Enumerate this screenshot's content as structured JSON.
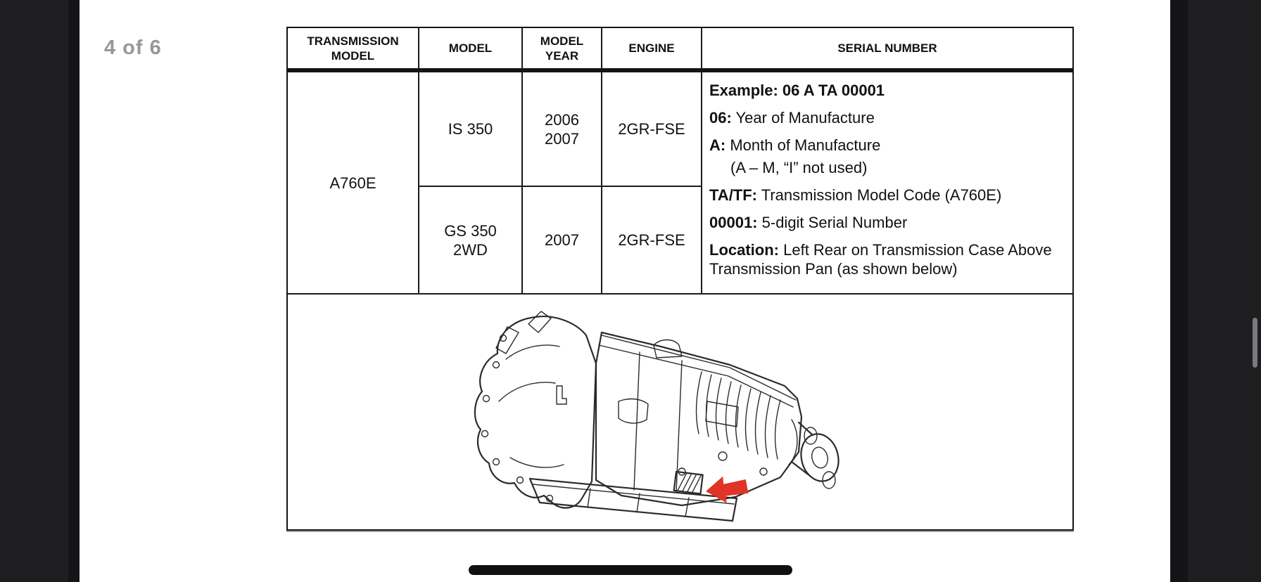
{
  "page": {
    "indicator": "4 of 6"
  },
  "table": {
    "headers": [
      "TRANSMISSION\nMODEL",
      "MODEL",
      "MODEL\nYEAR",
      "ENGINE",
      "SERIAL NUMBER"
    ],
    "transmission_model": "A760E",
    "row1": {
      "model": "IS 350",
      "model_year": "2006\n2007",
      "engine": "2GR-FSE"
    },
    "row2": {
      "model": "GS 350\n2WD",
      "model_year": "2007",
      "engine": "2GR-FSE"
    }
  },
  "serial": {
    "lines": [
      {
        "bold": "Example: 06 A TA 00001",
        "text": ""
      },
      {
        "bold": "06:",
        "text": " Year of Manufacture"
      },
      {
        "bold": "A:",
        "text": " Month of Manufacture"
      },
      {
        "bold": "",
        "text": "(A – M, “I” not used)"
      },
      {
        "bold": "TA/TF:",
        "text": " Transmission Model Code (A760E)"
      },
      {
        "bold": "00001:",
        "text": " 5-digit Serial Number"
      },
      {
        "bold": "Location:",
        "text": " Left Rear on Transmission Case Above Transmission Pan (as shown below)"
      }
    ]
  },
  "diagram": {
    "name": "transmission-side-view-with-serial-location",
    "arrow_color": "#e03427"
  },
  "colors": {
    "page_bg": "#ffffff",
    "letterbox": "#1e1e20",
    "letterbox_inner": "#141416",
    "scrollbar": "#7a7a7e",
    "page_indicator_gray": "#97979b",
    "table_line": "#141414",
    "arrow_red": "#e03427"
  }
}
